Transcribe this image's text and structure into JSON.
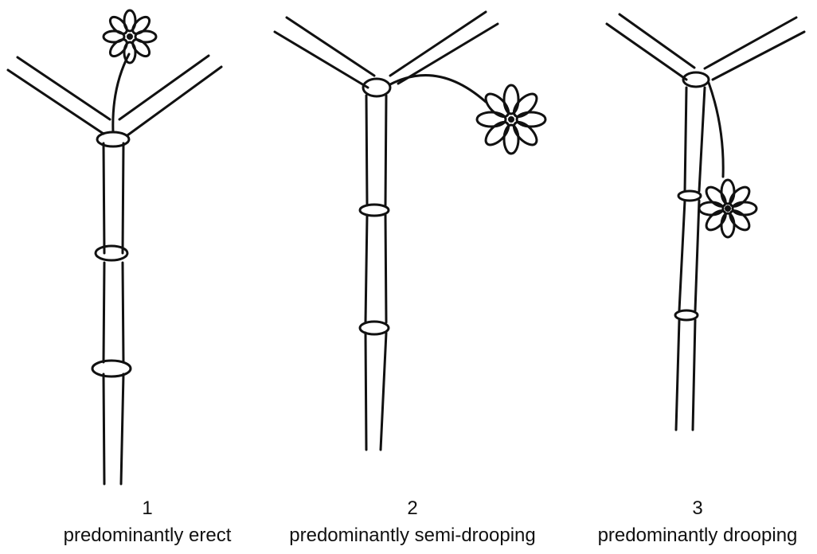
{
  "options": [
    {
      "number": "1",
      "label": "predominantly erect"
    },
    {
      "number": "2",
      "label": "predominantly semi-drooping"
    },
    {
      "number": "3",
      "label": "predominantly drooping"
    }
  ]
}
